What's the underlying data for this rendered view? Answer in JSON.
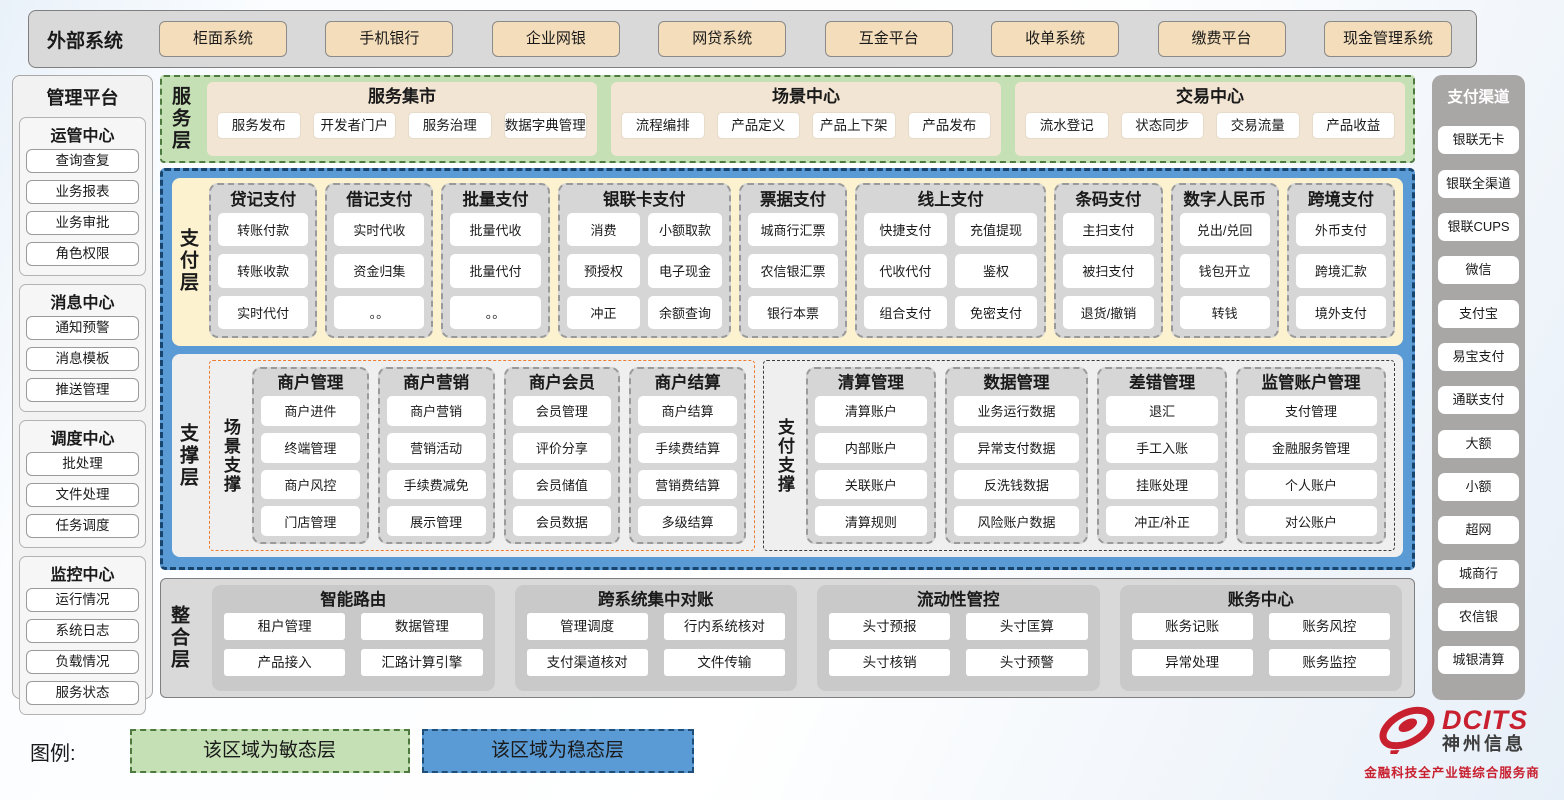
{
  "colors": {
    "agile_green": "#c5e0b4",
    "stable_blue": "#5b9bd5",
    "tan_button": "#f4ddba",
    "panel_gray": "#d9d9d9",
    "cream_payment": "#fdf2cf",
    "orange_dash": "#ed7d31",
    "logo_red": "#c8202f"
  },
  "external_systems": {
    "label": "外部系统",
    "items": [
      "柜面系统",
      "手机银行",
      "企业网银",
      "网贷系统",
      "互金平台",
      "收单系统",
      "缴费平台",
      "现金管理系统"
    ]
  },
  "management": {
    "title": "管理平台",
    "sections": [
      {
        "title": "运管中心",
        "items": [
          "查询查复",
          "业务报表",
          "业务审批",
          "角色权限"
        ]
      },
      {
        "title": "消息中心",
        "items": [
          "通知预警",
          "消息模板",
          "推送管理"
        ]
      },
      {
        "title": "调度中心",
        "items": [
          "批处理",
          "文件处理",
          "任务调度"
        ]
      },
      {
        "title": "监控中心",
        "items": [
          "运行情况",
          "系统日志",
          "负载情况",
          "服务状态"
        ]
      }
    ]
  },
  "service_layer": {
    "label": "服务层",
    "groups": [
      {
        "title": "服务集市",
        "items": [
          "服务发布",
          "开发者门户",
          "服务治理",
          "数据字典管理"
        ]
      },
      {
        "title": "场景中心",
        "items": [
          "流程编排",
          "产品定义",
          "产品上下架",
          "产品发布"
        ]
      },
      {
        "title": "交易中心",
        "items": [
          "流水登记",
          "状态同步",
          "交易流量",
          "产品收益"
        ]
      }
    ]
  },
  "payment_layer": {
    "label": "支付层",
    "columns": [
      {
        "title": "贷记支付",
        "items": [
          "转账付款",
          "转账收款",
          "实时代付"
        ]
      },
      {
        "title": "借记支付",
        "items": [
          "实时代收",
          "资金归集",
          "。。"
        ]
      },
      {
        "title": "批量支付",
        "items": [
          "批量代收",
          "批量代付",
          "。。"
        ]
      },
      {
        "title": "银联卡支付",
        "items": [
          "消费",
          "小额取款",
          "预授权",
          "电子现金",
          "冲正",
          "余额查询"
        ]
      },
      {
        "title": "票据支付",
        "items": [
          "城商行汇票",
          "农信银汇票",
          "银行本票"
        ]
      },
      {
        "title": "线上支付",
        "items": [
          "快捷支付",
          "充值提现",
          "代收代付",
          "鉴权",
          "组合支付",
          "免密支付"
        ]
      },
      {
        "title": "条码支付",
        "items": [
          "主扫支付",
          "被扫支付",
          "退货/撤销"
        ]
      },
      {
        "title": "数字人民币",
        "items": [
          "兑出/兑回",
          "钱包开立",
          "转钱"
        ]
      },
      {
        "title": "跨境支付",
        "items": [
          "外币支付",
          "跨境汇款",
          "境外支付"
        ]
      }
    ]
  },
  "support_layer": {
    "label": "支撑层",
    "groups": [
      {
        "label": "场景支撑",
        "columns": [
          {
            "title": "商户管理",
            "items": [
              "商户进件",
              "终端管理",
              "商户风控",
              "门店管理"
            ]
          },
          {
            "title": "商户营销",
            "items": [
              "商户营销",
              "营销活动",
              "手续费减免",
              "展示管理"
            ]
          },
          {
            "title": "商户会员",
            "items": [
              "会员管理",
              "评价分享",
              "会员储值",
              "会员数据"
            ]
          },
          {
            "title": "商户结算",
            "items": [
              "商户结算",
              "手续费结算",
              "营销费结算",
              "多级结算"
            ]
          }
        ]
      },
      {
        "label": "支付支撑",
        "columns": [
          {
            "title": "清算管理",
            "items": [
              "清算账户",
              "内部账户",
              "关联账户",
              "清算规则"
            ]
          },
          {
            "title": "数据管理",
            "items": [
              "业务运行数据",
              "异常支付数据",
              "反洗钱数据",
              "风险账户数据"
            ]
          },
          {
            "title": "差错管理",
            "items": [
              "退汇",
              "手工入账",
              "挂账处理",
              "冲正/补正"
            ]
          },
          {
            "title": "监管账户管理",
            "items": [
              "支付管理",
              "金融服务管理",
              "个人账户",
              "对公账户"
            ]
          }
        ]
      }
    ]
  },
  "integration_layer": {
    "label": "整合层",
    "groups": [
      {
        "title": "智能路由",
        "items": [
          "租户管理",
          "数据管理",
          "产品接入",
          "汇路计算引擎"
        ]
      },
      {
        "title": "跨系统集中对账",
        "items": [
          "管理调度",
          "行内系统核对",
          "支付渠道核对",
          "文件传输"
        ]
      },
      {
        "title": "流动性管控",
        "items": [
          "头寸预报",
          "头寸匡算",
          "头寸核销",
          "头寸预警"
        ]
      },
      {
        "title": "账务中心",
        "items": [
          "账务记账",
          "账务风控",
          "异常处理",
          "账务监控"
        ]
      }
    ]
  },
  "payment_channels": {
    "title": "支付渠道",
    "items": [
      "银联无卡",
      "银联全渠道",
      "银联CUPS",
      "微信",
      "支付宝",
      "易宝支付",
      "通联支付",
      "大额",
      "小额",
      "超网",
      "城商行",
      "农信银",
      "城银清算"
    ]
  },
  "legend": {
    "label": "图例:",
    "agile": "该区域为敏态层",
    "stable": "该区域为稳态层"
  },
  "logo": {
    "name": "DCITS",
    "company": "神州信息",
    "tagline": "金融科技全产业链综合服务商"
  }
}
